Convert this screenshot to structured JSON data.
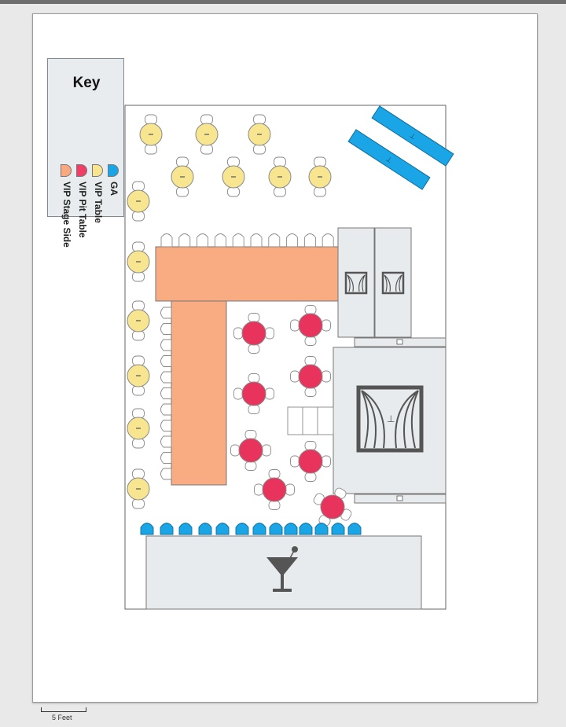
{
  "key": {
    "title": "Key",
    "entries": [
      {
        "label": "GA",
        "color": "#1aa6e6"
      },
      {
        "label": "VIP Table",
        "color": "#f7e58f"
      },
      {
        "label": "VIP Pit Table",
        "color": "#f03f66"
      },
      {
        "label": "VIP Stage Side",
        "color": "#f9a97d"
      }
    ]
  },
  "scale_label": "5 Feet",
  "colors": {
    "ga": "#1aa6e6",
    "vip_table": "#f7e58f",
    "vip_pit_table": "#e8335c",
    "vip_stage_side": "#f9ab82",
    "stage_fill": "#e8ebee",
    "outline": "#666666",
    "icon": "#555555"
  },
  "icons": {
    "stage": "stage-curtain-icon",
    "bar": "martini-glass-icon",
    "booth": "curtain-icon"
  }
}
